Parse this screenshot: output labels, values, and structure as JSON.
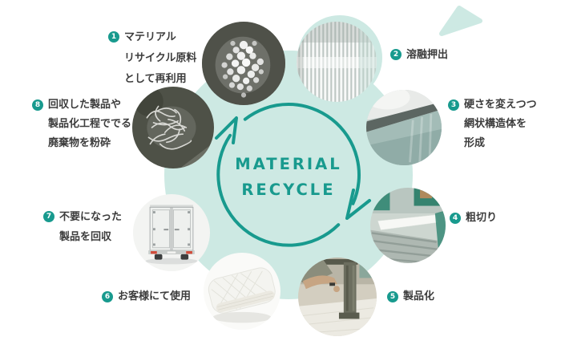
{
  "center": {
    "line1": "MATERIAL",
    "line2": "RECYCLE"
  },
  "colors": {
    "accent": "#189a8e",
    "mint": "#cde9e3",
    "text": "#3c3c3c"
  },
  "steps": [
    {
      "number": "1",
      "lines": [
        "マテリアル",
        "リサイクル原料",
        "として再利用"
      ],
      "photo": "plastic-pellets-photo"
    },
    {
      "number": "2",
      "lines": [
        "溶融押出"
      ],
      "photo": "melt-extrusion-strands-photo"
    },
    {
      "number": "3",
      "lines": [
        "硬さを変えつつ",
        "網状構造体を",
        "形成"
      ],
      "photo": "net-structure-forming-machine-photo"
    },
    {
      "number": "4",
      "lines": [
        "粗切り"
      ],
      "photo": "rough-cutting-conveyor-photo"
    },
    {
      "number": "5",
      "lines": [
        "製品化"
      ],
      "photo": "product-assembly-worker-photo"
    },
    {
      "number": "6",
      "lines": [
        "お客様にて使用"
      ],
      "photo": "mattress-pad-photo"
    },
    {
      "number": "7",
      "lines": [
        "不要になった",
        "製品を回収"
      ],
      "photo": "collection-truck-photo"
    },
    {
      "number": "8",
      "lines": [
        "回収した製品や",
        "製品化工程ででる",
        "廃棄物を粉砕"
      ],
      "photo": "shredded-waste-photo"
    }
  ]
}
